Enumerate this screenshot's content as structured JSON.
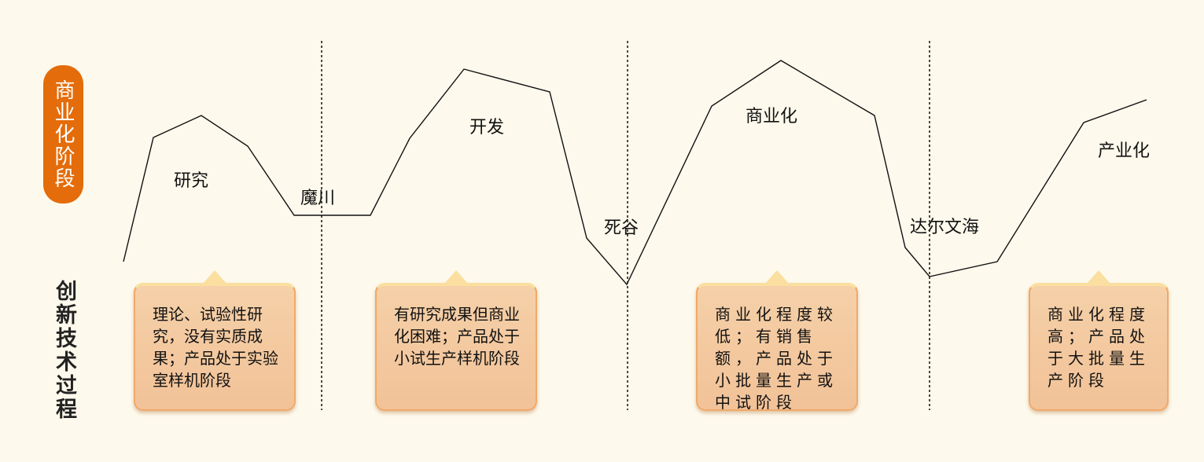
{
  "left_labels": {
    "stage": "商业化阶段",
    "process": "创新技术过程"
  },
  "peaks": {
    "research": "研究",
    "development": "开发",
    "commercialization": "商业化",
    "industrialization": "产业化"
  },
  "valleys": {
    "devil_river": "魔川",
    "death_valley": "死谷",
    "darwin_sea": "达尔文海"
  },
  "boxes": [
    {
      "text": "理论、试验性研究，没有实质成果；产品处于实验室样机阶段"
    },
    {
      "text": "有研究成果但商业化困难；产品处于小试生产样机阶段"
    },
    {
      "text": "商业化程度较低；有销售额，产品处于小批量生产或中试阶段"
    },
    {
      "text": "商业化程度高；产品处于大批量生产阶段"
    }
  ],
  "colors": {
    "stage_pill": "#e46c0a",
    "box_fill": "#f2c298",
    "background": "#fdf9ec"
  }
}
